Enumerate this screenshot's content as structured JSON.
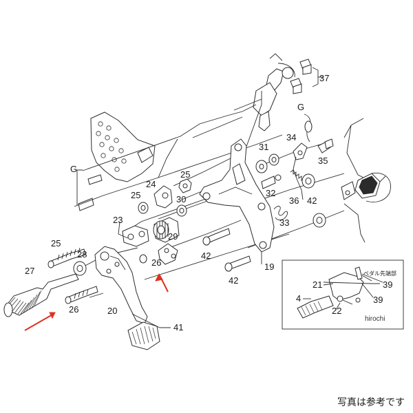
{
  "diagram": {
    "colors": {
      "line": "#2b2b2b",
      "arrow": "#e03020",
      "background": "#ffffff"
    },
    "labels": {
      "p37": "37",
      "pG1": "G",
      "pG2": "G",
      "p34": "34",
      "p31": "31",
      "p35": "35",
      "p24": "24",
      "p25a": "25",
      "p25b": "25",
      "p25c": "25",
      "p32": "32",
      "p30": "30",
      "p36": "36",
      "p42a": "42",
      "p42b": "42",
      "p42c": "42",
      "p23": "23",
      "p33": "33",
      "p29": "29",
      "p28": "28",
      "p26a": "26",
      "p26b": "26",
      "p27": "27",
      "p20": "20",
      "p19": "19",
      "p41": "41",
      "p21": "21",
      "p39a": "39",
      "p39b": "39",
      "p4": "4",
      "p22": "22",
      "inset_note": "ペダル先端部"
    },
    "watermark": "hirochi",
    "caption": "写真は参考です"
  }
}
